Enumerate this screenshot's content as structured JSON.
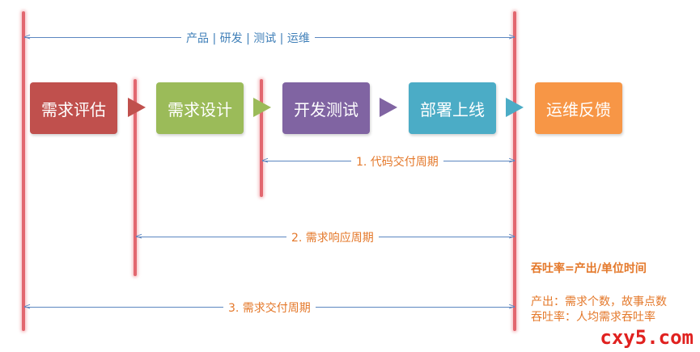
{
  "top_span": {
    "label": "产品 | 研发 | 测试 | 运维"
  },
  "stages": [
    {
      "label": "需求评估",
      "color": "#c0504d"
    },
    {
      "label": "需求设计",
      "color": "#9bbb59"
    },
    {
      "label": "开发测试",
      "color": "#8064a2"
    },
    {
      "label": "部署上线",
      "color": "#4bacc6"
    },
    {
      "label": "运维反馈",
      "color": "#f79646"
    }
  ],
  "cycles": [
    {
      "label": "1. 代码交付周期"
    },
    {
      "label": "2. 需求响应周期"
    },
    {
      "label": "3. 需求交付周期"
    }
  ],
  "formula": {
    "title": "吞吐率=产出/单位时间",
    "line1": "产出：需求个数，故事点数",
    "line2": "吞吐率：人均需求吞吐率"
  },
  "watermark": "cxy5.com",
  "colors": {
    "marker": "#e2676f",
    "span_line": "#5b86c0",
    "label_blue": "#3f7fb8",
    "label_orange": "#e4782a"
  }
}
